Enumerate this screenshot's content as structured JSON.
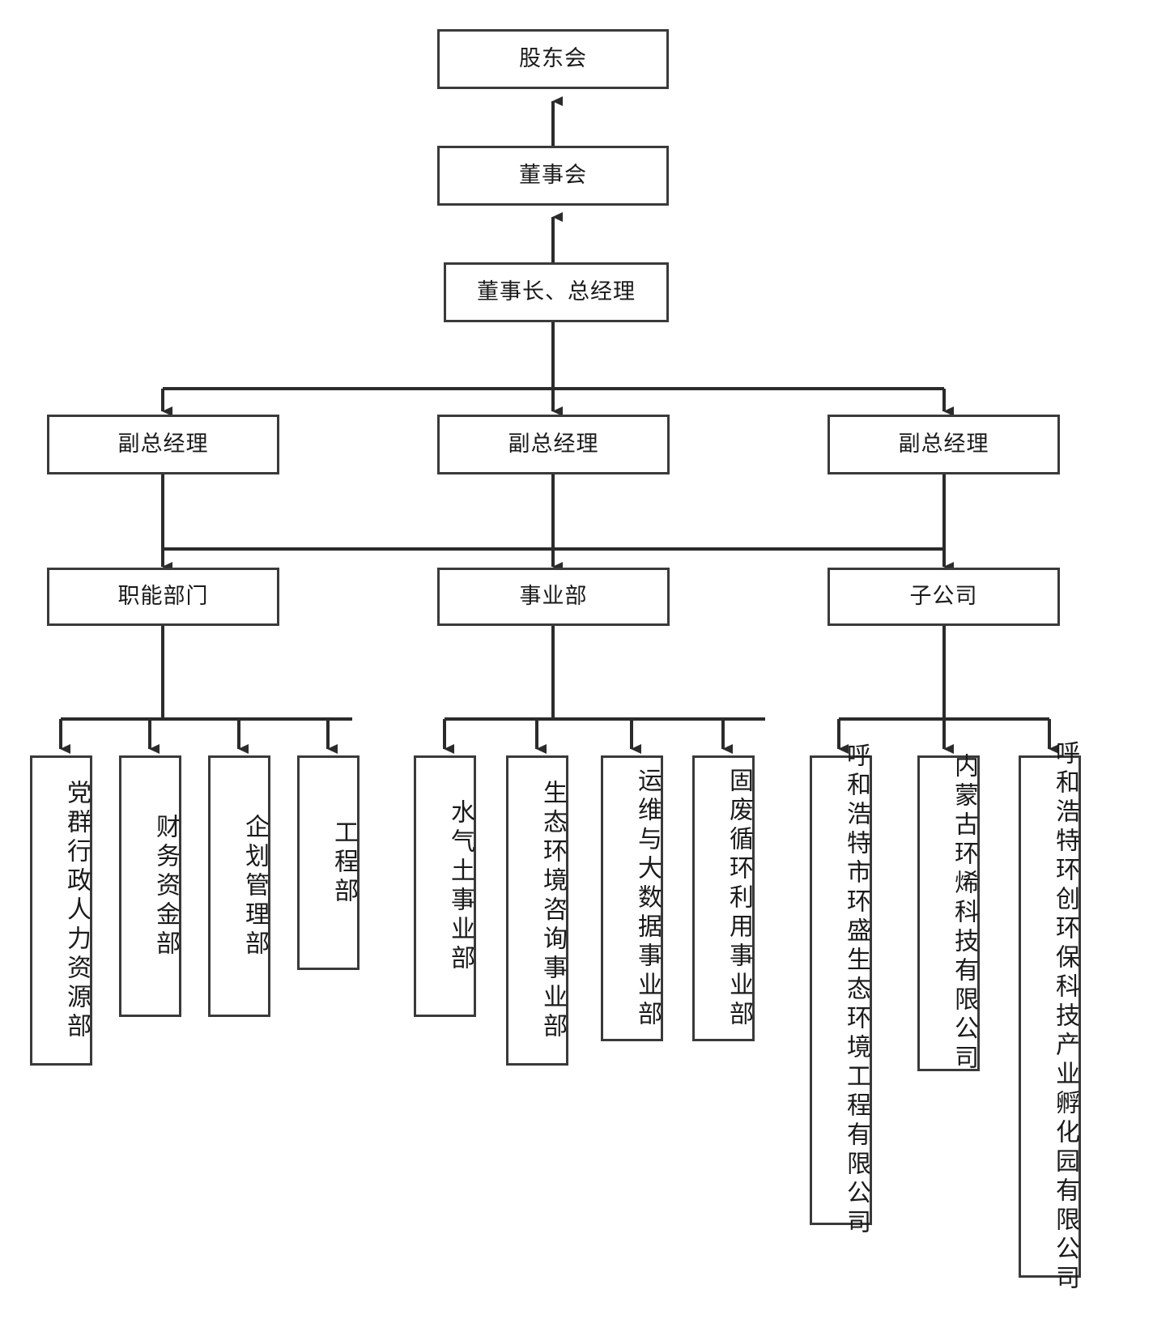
{
  "diagram": {
    "type": "organization-chart",
    "orientation": "top-down",
    "box_border_color": "#3a3a3a",
    "background_color": "#ffffff",
    "text_color": "#1a1a1a"
  },
  "nodes": {
    "shareholders_meeting": {
      "label": "股东会"
    },
    "board_of_directors": {
      "label": "董事会"
    },
    "chairman_general_manager": {
      "label": "董事长、总经理"
    },
    "deputy_gm_1": {
      "label": "副总经理"
    },
    "deputy_gm_2": {
      "label": "副总经理"
    },
    "deputy_gm_3": {
      "label": "副总经理"
    },
    "functional_departments": {
      "label": "职能部门"
    },
    "business_divisions": {
      "label": "事业部"
    },
    "subsidiaries": {
      "label": "子公司"
    }
  },
  "functional_department_items": [
    {
      "label": "党群行政人力资源部"
    },
    {
      "label": "财务资金部"
    },
    {
      "label": "企划管理部"
    },
    {
      "label": "工程部"
    }
  ],
  "business_division_items": [
    {
      "label": "水气土事业部"
    },
    {
      "label": "生态环境咨询事业部"
    },
    {
      "label": "运维与大数据事业部"
    },
    {
      "label": "固废循环利用事业部"
    }
  ],
  "subsidiary_items": [
    {
      "label": "呼和浩特市环盛生态环境工程有限公司"
    },
    {
      "label": "内蒙古环烯科技有限公司"
    },
    {
      "label": "呼和浩特环创环保科技产业孵化园有限公司"
    }
  ]
}
